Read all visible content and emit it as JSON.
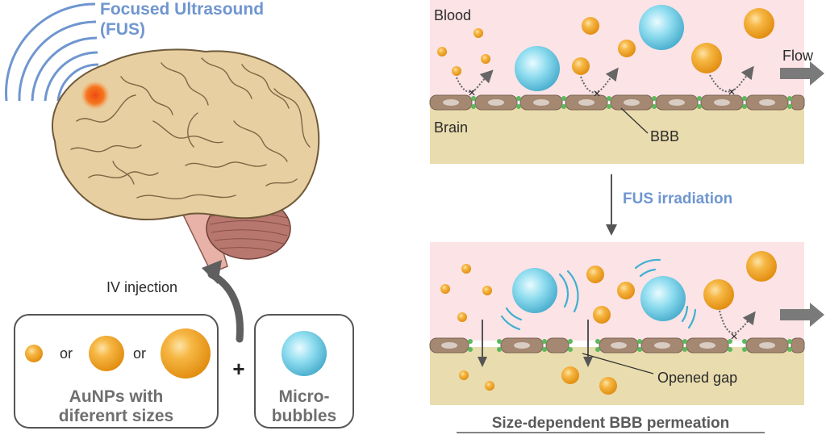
{
  "left_panel": {
    "fus_title_line1": "Focused Ultrasound",
    "fus_title_line2": "(FUS)",
    "iv_injection": "IV injection",
    "aunps_box": {
      "or_1": "or",
      "or_2": "or",
      "label_line1": "AuNPs with",
      "label_line2": "diferenrt sizes"
    },
    "plus": "+",
    "microbubbles_box": {
      "label_line1": "Micro-",
      "label_line2": "bubbles"
    }
  },
  "top_panel": {
    "blood_label": "Blood",
    "brain_label": "Brain",
    "flow_label": "Flow",
    "bbb_label": "BBB",
    "blocked_mark": "×"
  },
  "transition": {
    "label": "FUS irradiation"
  },
  "bottom_panel": {
    "opened_gap_label": "Opened gap",
    "blocked_mark": "×"
  },
  "caption": "Size-dependent BBB permeation",
  "colors": {
    "accent_blue": "#6f96cf",
    "blood_pink": "#fbe3e6",
    "brain_tan": "#e9dcae",
    "gold": "#f0a21e",
    "bubble_cyan": "#7fd1e8",
    "brain_tissue": "#e8cfa1",
    "cerebellum": "#b7776e",
    "hotspot": "#f26a1a"
  },
  "icons": [
    "ultrasound-wave-icon",
    "gold-nanoparticle-icon",
    "microbubble-icon",
    "block-cross-icon",
    "flow-arrow-icon"
  ]
}
